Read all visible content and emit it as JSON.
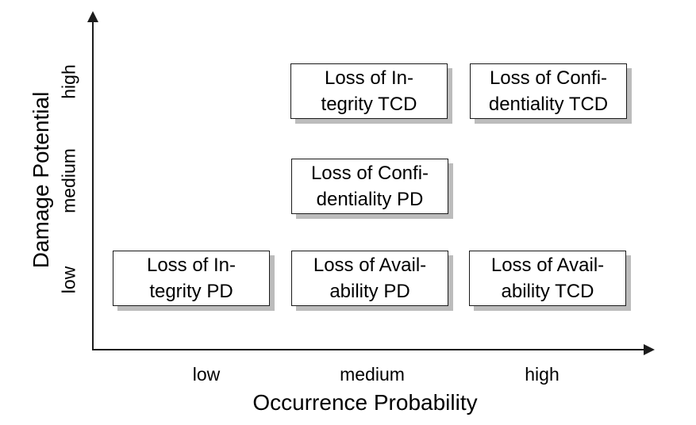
{
  "chart_data": {
    "type": "scatter",
    "title": "",
    "xlabel": "Occurrence Probability",
    "ylabel": "Damage Potential",
    "x_ticks": [
      "low",
      "medium",
      "high"
    ],
    "y_ticks": [
      "low",
      "medium",
      "high"
    ],
    "grid": false,
    "legend": false,
    "points": [
      {
        "label": "Loss of Integrity TCD",
        "x": "medium",
        "y": "high",
        "lines": [
          "Loss of In-",
          "tegrity TCD"
        ]
      },
      {
        "label": "Loss of Confidentiality TCD",
        "x": "high",
        "y": "high",
        "lines": [
          "Loss of Confi-",
          "dentiality TCD"
        ]
      },
      {
        "label": "Loss of Confidentiality PD",
        "x": "medium",
        "y": "medium",
        "lines": [
          "Loss of Confi-",
          "dentiality PD"
        ]
      },
      {
        "label": "Loss of Integrity PD",
        "x": "low",
        "y": "low",
        "lines": [
          "Loss of In-",
          "tegrity PD"
        ]
      },
      {
        "label": "Loss of Availability PD",
        "x": "medium",
        "y": "low",
        "lines": [
          "Loss of Avail-",
          "ability PD"
        ]
      },
      {
        "label": "Loss of Availability TCD",
        "x": "high",
        "y": "low",
        "lines": [
          "Loss of Avail-",
          "ability TCD"
        ]
      }
    ]
  },
  "colors": {
    "background": "#ffffff",
    "axis": "#1c1c1c",
    "box_border": "#1a1a1a",
    "box_fill": "#ffffff",
    "box_shadow": "#bcbcbc",
    "text": "#000000"
  }
}
